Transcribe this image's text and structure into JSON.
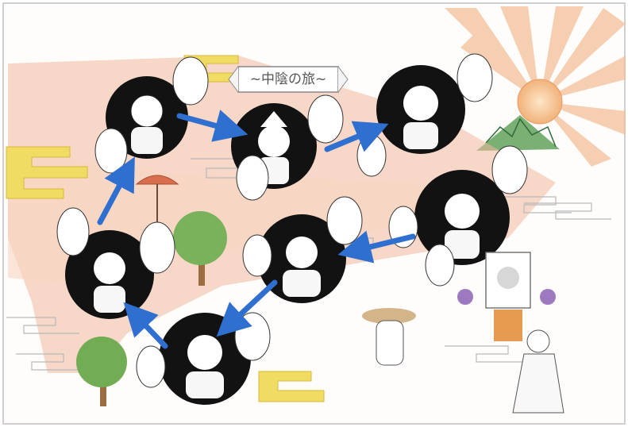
{
  "banner": {
    "title": "~中陰の旅~"
  },
  "colors": {
    "sun": "#f6c08a",
    "rays": "#f3b488",
    "path": "#e9a884",
    "cloud_yellow": "#f0d95a",
    "arrow": "#2f6fd0",
    "medallion": "#121212",
    "tree": "#6fae4e",
    "mountain": "#5e9f5c"
  },
  "stages": [
    {
      "id": "s1"
    },
    {
      "id": "s2"
    },
    {
      "id": "s3"
    },
    {
      "id": "s4"
    },
    {
      "id": "s5"
    },
    {
      "id": "s6"
    },
    {
      "id": "s7"
    }
  ]
}
